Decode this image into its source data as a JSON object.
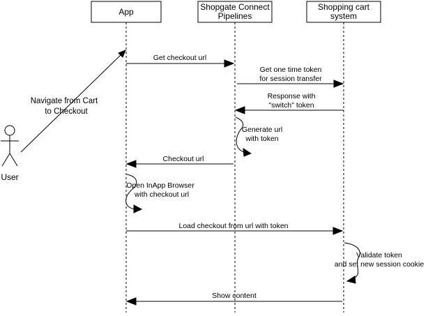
{
  "participants": [
    {
      "id": "app",
      "lines": [
        "App"
      ]
    },
    {
      "id": "pipelines",
      "lines": [
        "Shopgate Connect",
        "Pipelines"
      ]
    },
    {
      "id": "cart",
      "lines": [
        "Shopping cart",
        "system"
      ]
    }
  ],
  "actor": {
    "label": "User"
  },
  "navigate_message": {
    "lines": [
      "Navigate from Cart",
      "to Checkout"
    ]
  },
  "messages": [
    {
      "id": "get-checkout-url",
      "lines": [
        "Get checkout url"
      ]
    },
    {
      "id": "get-one-time-token",
      "lines": [
        "Get one time token",
        "for session transfer"
      ]
    },
    {
      "id": "response-switch-token",
      "lines": [
        "Response with",
        "\"switch\" token"
      ]
    },
    {
      "id": "generate-url",
      "lines": [
        "Generate url",
        "with token"
      ]
    },
    {
      "id": "checkout-url",
      "lines": [
        "Checkout url"
      ]
    },
    {
      "id": "open-inapp-browser",
      "lines": [
        "Open InApp Browser",
        "with checkout url"
      ]
    },
    {
      "id": "load-checkout",
      "lines": [
        "Load checkout from url with token"
      ]
    },
    {
      "id": "validate-token",
      "lines": [
        "Validate token",
        "and set new session cookie"
      ]
    },
    {
      "id": "show-content",
      "lines": [
        "Show content"
      ]
    }
  ]
}
